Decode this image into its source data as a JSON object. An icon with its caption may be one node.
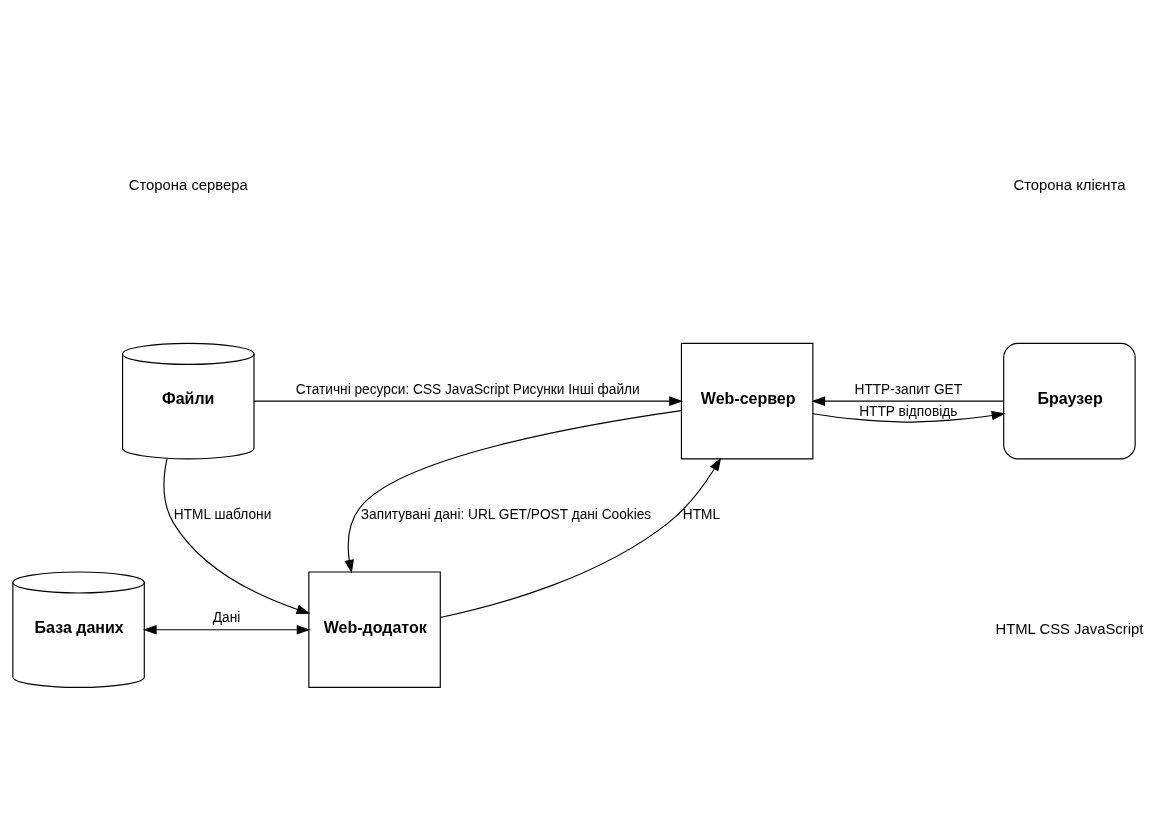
{
  "diagram": {
    "nodes": [
      {
        "text": [
          "Файли"
        ]
      },
      {
        "text": [
          "Web-сервер"
        ]
      },
      {
        "text": [
          "Браузер"
        ]
      },
      {
        "text": [
          "Web-додаток"
        ]
      },
      {
        "text": [
          "База даних"
        ]
      }
    ],
    "edges": [
      {
        "from": 0,
        "to": 1,
        "arrow": "to",
        "label": "Статичні ресурси: CSS JavaScript Рисунки Інші файли"
      },
      {
        "from": 2,
        "to": 1,
        "arrow": "to",
        "label": "HTTP-запит GET"
      },
      {
        "from": 1,
        "to": 2,
        "arrow": "to",
        "label": "HTTP відповідь"
      },
      {
        "from": 0,
        "to": 3,
        "arrow": "to",
        "label": "HTML шаблони"
      },
      {
        "from": 1,
        "to": 3,
        "arrow": "to",
        "label": "Запитувані дані: URL GET/POST дані Cookies"
      },
      {
        "from": 3,
        "to": 1,
        "arrow": "to",
        "label": "HTML"
      },
      {
        "from": 4,
        "to": 3,
        "arrow": "both",
        "label": "Дані"
      }
    ],
    "labels": [
      "Сторона сервера",
      "Сторона клієнта",
      "HTML CSS JavaScript"
    ]
  }
}
